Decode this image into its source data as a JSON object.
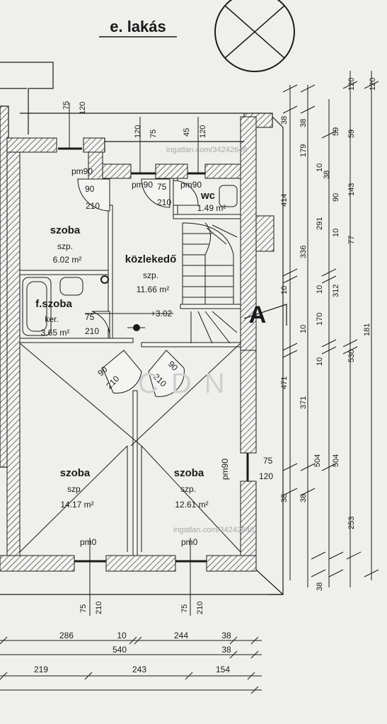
{
  "title": "e. lakás",
  "section_marker": "A",
  "watermarks": {
    "site": "ingatlan.com/34242646",
    "logo": "CDN"
  },
  "rooms": [
    {
      "name": "szoba",
      "type": "szp.",
      "area": "6.02 m²"
    },
    {
      "name": "közlekedő",
      "type": "szp.",
      "area": "11.66 m²"
    },
    {
      "name": "wc",
      "type": "",
      "area": "1.49 m²"
    },
    {
      "name": "f.szoba",
      "type": "ker.",
      "area": "3.65 m²"
    },
    {
      "name": "szoba",
      "type": "szp.",
      "area": "14.17 m²"
    },
    {
      "name": "szoba",
      "type": "szp.",
      "area": "12.61 m²"
    }
  ],
  "floor_level": "+3.02",
  "openings": {
    "pm90_a": "pm90",
    "pm90_b": "pm90",
    "pm90_c": "pm90",
    "pm90_d": "pm90",
    "pm0_a": "pm0",
    "pm0_b": "pm0",
    "d90": "90",
    "d210a": "210",
    "d75a": "75",
    "d210b": "210",
    "d75b": "75",
    "d210c": "210",
    "d90b": "90",
    "d210d": "210",
    "d90c": "90",
    "d210e": "210",
    "w75": "75",
    "w120": "120"
  },
  "top_dims": [
    "75",
    "120",
    "120",
    "75",
    "45",
    "120"
  ],
  "bottom_window_dims": [
    "75",
    "210",
    "75",
    "210"
  ],
  "bottom_dims": {
    "row1": [
      "286",
      "10",
      "244",
      "38"
    ],
    "row2": [
      "540",
      "38"
    ],
    "row3": [
      "219",
      "243",
      "154"
    ]
  },
  "right_dims": {
    "col1": [
      "38",
      "414",
      "336",
      "10",
      "10",
      "471",
      "371",
      "38"
    ],
    "col2": [
      "38",
      "179",
      "10",
      "291",
      "10",
      "10",
      "10",
      "504",
      "38"
    ],
    "col3": [
      "120",
      "59",
      "38",
      "90",
      "143",
      "77",
      "312",
      "170",
      "530",
      "504",
      "253",
      "38"
    ],
    "col4": [
      "120",
      "59",
      "181"
    ]
  },
  "colors": {
    "paper": "#efefec",
    "ink": "#1a1a1a",
    "hatch": "#3a3a3a"
  }
}
